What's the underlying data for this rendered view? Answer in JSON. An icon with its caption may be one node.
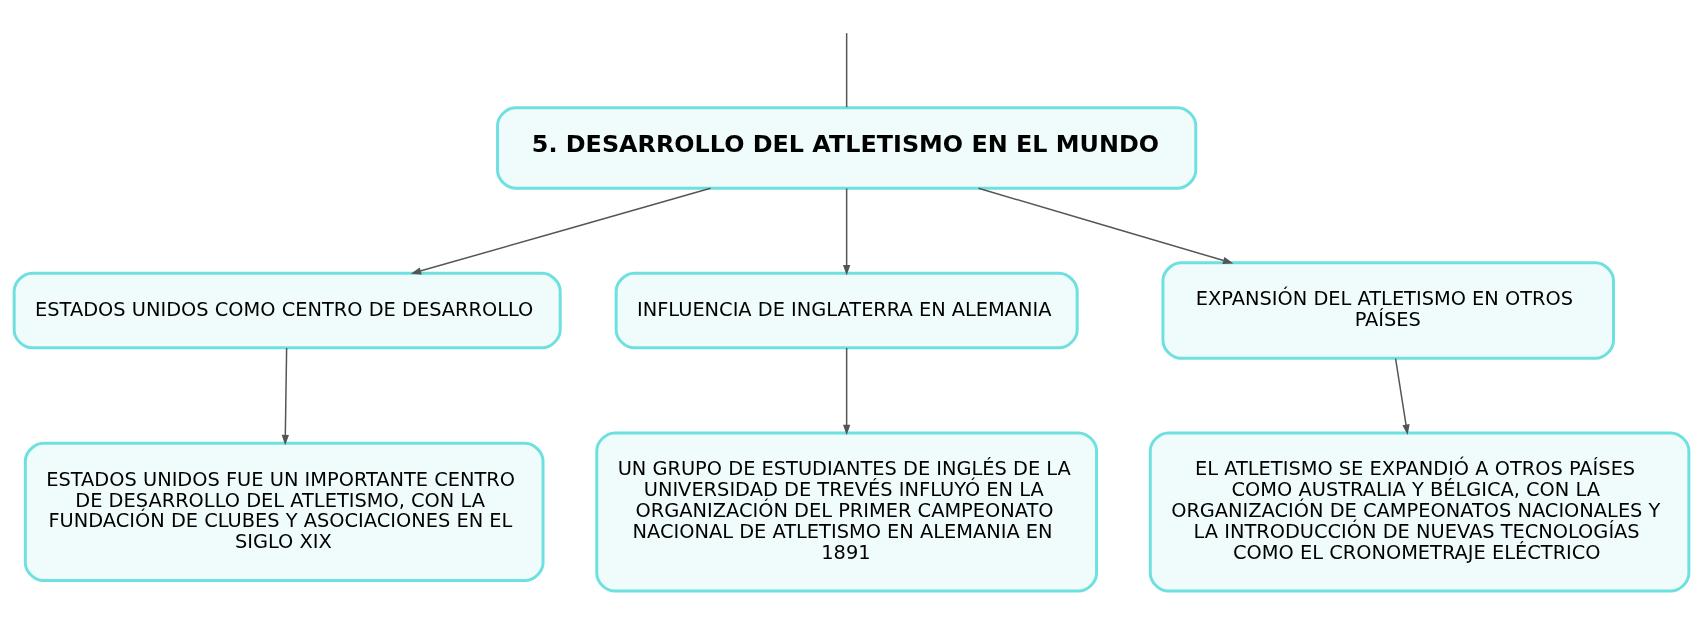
{
  "diagram": {
    "nodes": [
      {
        "text": [
          "5. DESARROLLO DEL ATLETISMO EN EL MUNDO"
        ]
      },
      {
        "text": [
          "ESTADOS UNIDOS COMO CENTRO DE DESARROLLO"
        ]
      },
      {
        "text": [
          "INFLUENCIA DE INGLATERRA EN ALEMANIA"
        ]
      },
      {
        "text": [
          "EXPANSIÓN DEL ATLETISMO EN OTROS PAÍSES"
        ]
      },
      {
        "text": [
          "ESTADOS UNIDOS FUE UN IMPORTANTE CENTRO DE DESARROLLO DEL ATLETISMO, CON LA FUNDACIÓN DE CLUBES Y ASOCIACIONES EN EL SIGLO XIX"
        ]
      },
      {
        "text": [
          "UN GRUPO DE ESTUDIANTES DE INGLÉS DE LA UNIVERSIDAD DE TREVÉS INFLUYÓ EN LA ORGANIZACIÓN DEL PRIMER CAMPEONATO NACIONAL DE ATLETISMO EN ALEMANIA EN 1891"
        ]
      },
      {
        "text": [
          "EL ATLETISMO SE EXPANDIÓ A OTROS PAÍSES COMO AUSTRALIA Y BÉLGICA, CON LA ORGANIZACIÓN DE CAMPEONATOS NACIONALES Y LA INTRODUCCIÓN DE NUEVAS TECNOLOGÍAS COMO EL CRONOMETRAJE ELÉCTRICO"
        ]
      }
    ],
    "edges": [
      {
        "from": null,
        "to": 0,
        "arrow": "none"
      },
      {
        "from": 0,
        "to": 1,
        "arrow": "to"
      },
      {
        "from": 0,
        "to": 2,
        "arrow": "to"
      },
      {
        "from": 0,
        "to": 3,
        "arrow": "to"
      },
      {
        "from": 1,
        "to": 4,
        "arrow": "to"
      },
      {
        "from": 2,
        "to": 5,
        "arrow": "to"
      },
      {
        "from": 3,
        "to": 6,
        "arrow": "to"
      }
    ]
  }
}
